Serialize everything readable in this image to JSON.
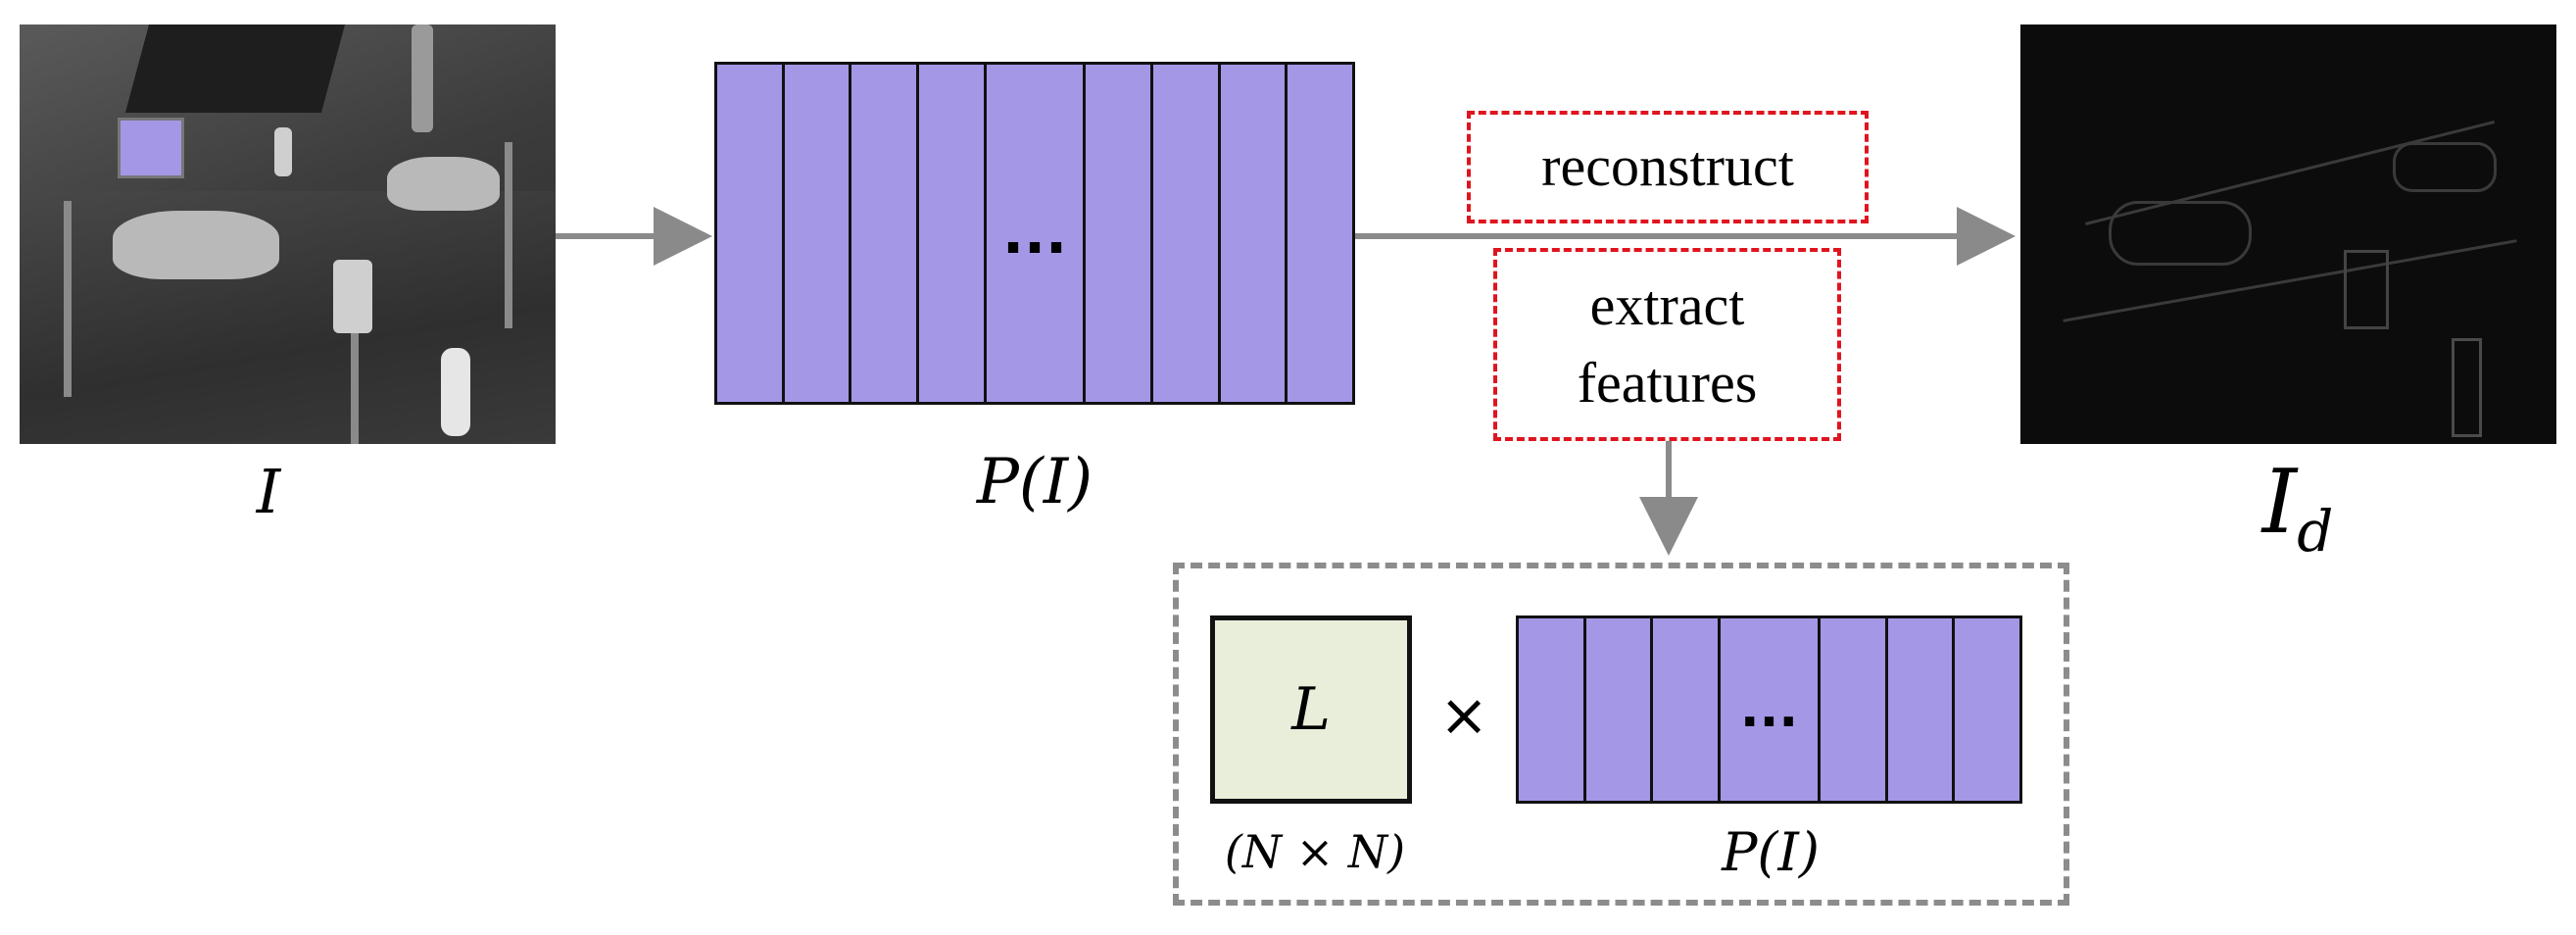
{
  "input_label": "I",
  "projection_label": "P(I)",
  "ellipsis": "...",
  "reconstruct_label": "reconstruct",
  "extract_label_line1": "extract",
  "extract_label_line2": "features",
  "output_label_main": "I",
  "output_label_sub": "d",
  "matrix_label": "L",
  "times_symbol": "×",
  "matrix_size_label": "(N × N)",
  "inner_projection_label": "P(I)",
  "colors": {
    "column_fill": "#a397e6",
    "matrix_fill": "#e8eed9",
    "dashed_red": "#e0141e",
    "dashed_grey": "#8c8c8c",
    "arrow": "#8a8a8a"
  }
}
